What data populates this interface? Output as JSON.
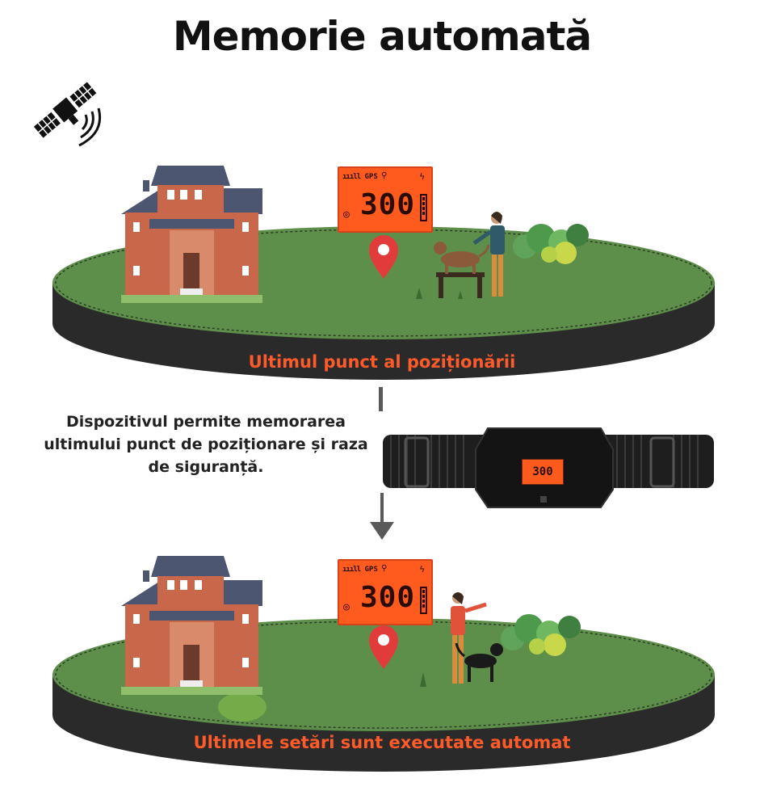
{
  "title": "Memorie automată",
  "scene_top": {
    "caption": "Ultimul punct al poziționării",
    "lcd": {
      "signal": "ıııll",
      "gps": "GPS",
      "value": "300"
    }
  },
  "middle": {
    "description": "Dispozitivul permite memorarea ultimului punct de poziționare și raza de siguranță.",
    "collar_display": "300"
  },
  "scene_bottom": {
    "caption": "Ultimele setări sunt executate automat",
    "lcd": {
      "signal": "ıııll",
      "gps": "GPS",
      "value": "300"
    }
  },
  "colors": {
    "accent": "#ff5a2a",
    "grass": "#5e8f4a",
    "disc_side": "#2a2a2a",
    "lcd": "#ff5b1e",
    "house_brick": "#c9674a",
    "roof": "#4d5670"
  },
  "icons": [
    "satellite-icon",
    "location-pin-icon",
    "house-icon",
    "dog-icon",
    "person-icon",
    "bush-icon",
    "dog-collar-icon"
  ]
}
